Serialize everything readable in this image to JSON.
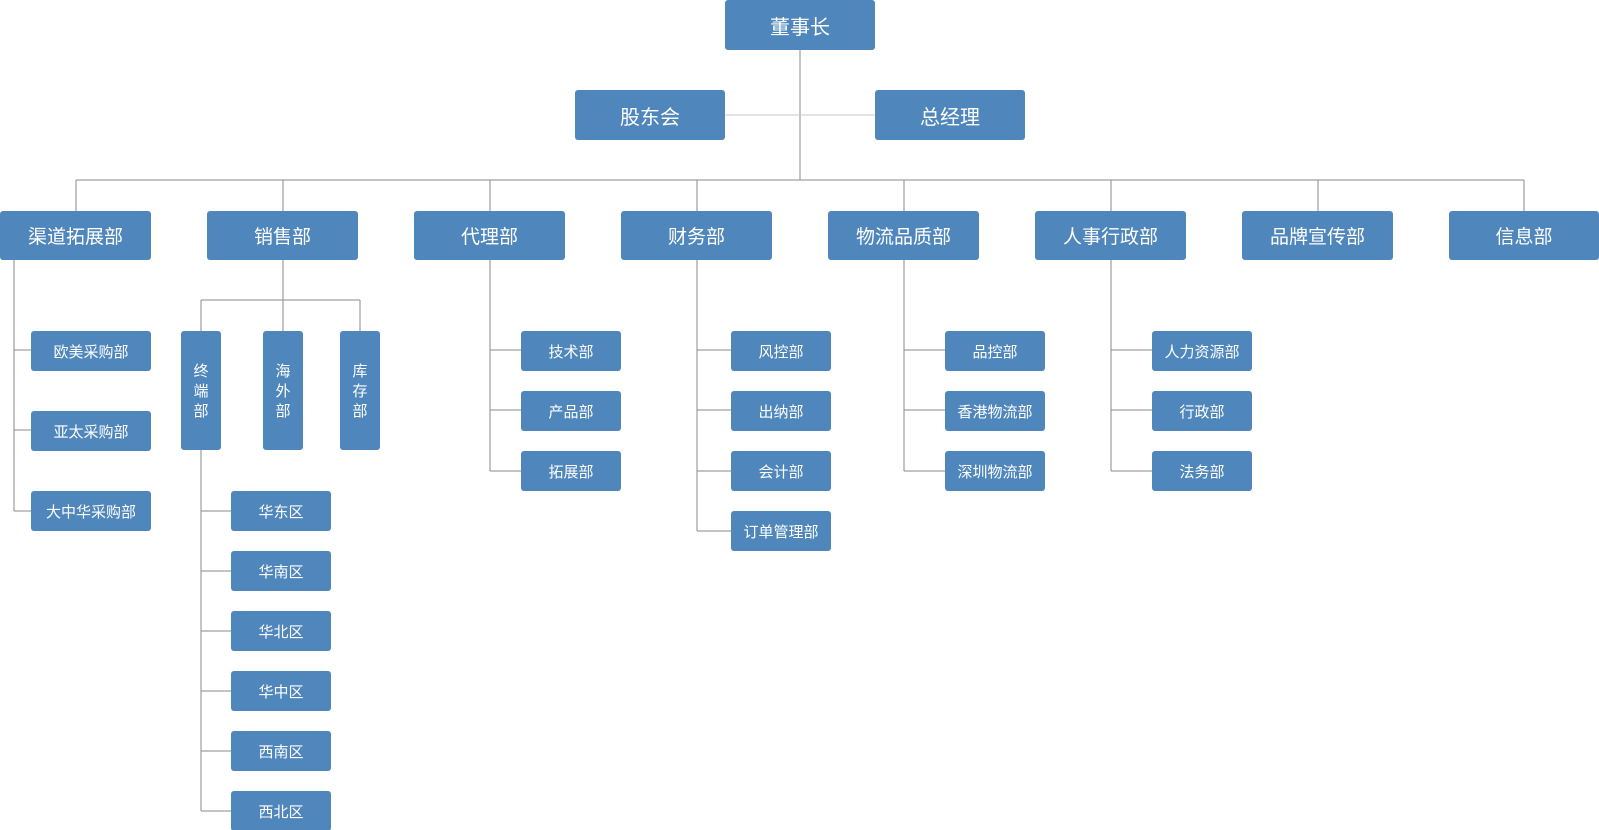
{
  "chairman": "董事长",
  "board": "股东会",
  "general_manager": "总经理",
  "departments": [
    {
      "name": "渠道拓展部",
      "children": [
        "欧美采购部",
        "亚太采购部",
        "大中华采购部"
      ]
    },
    {
      "name": "销售部",
      "groups": [
        {
          "name": "终端部",
          "chars": [
            "终",
            "端",
            "部"
          ],
          "children": [
            "华东区",
            "华南区",
            "华北区",
            "华中区",
            "西南区",
            "西北区"
          ]
        },
        {
          "name": "海外部",
          "chars": [
            "海",
            "外",
            "部"
          ]
        },
        {
          "name": "库存部",
          "chars": [
            "库",
            "存",
            "部"
          ]
        }
      ]
    },
    {
      "name": "代理部",
      "children": [
        "技术部",
        "产品部",
        "拓展部"
      ]
    },
    {
      "name": "财务部",
      "children": [
        "风控部",
        "出纳部",
        "会计部",
        "订单管理部"
      ]
    },
    {
      "name": "物流品质部",
      "children": [
        "品控部",
        "香港物流部",
        "深圳物流部"
      ]
    },
    {
      "name": "人事行政部",
      "children": [
        "人力资源部",
        "行政部",
        "法务部"
      ]
    },
    {
      "name": "品牌宣传部"
    },
    {
      "name": "信息部"
    }
  ]
}
